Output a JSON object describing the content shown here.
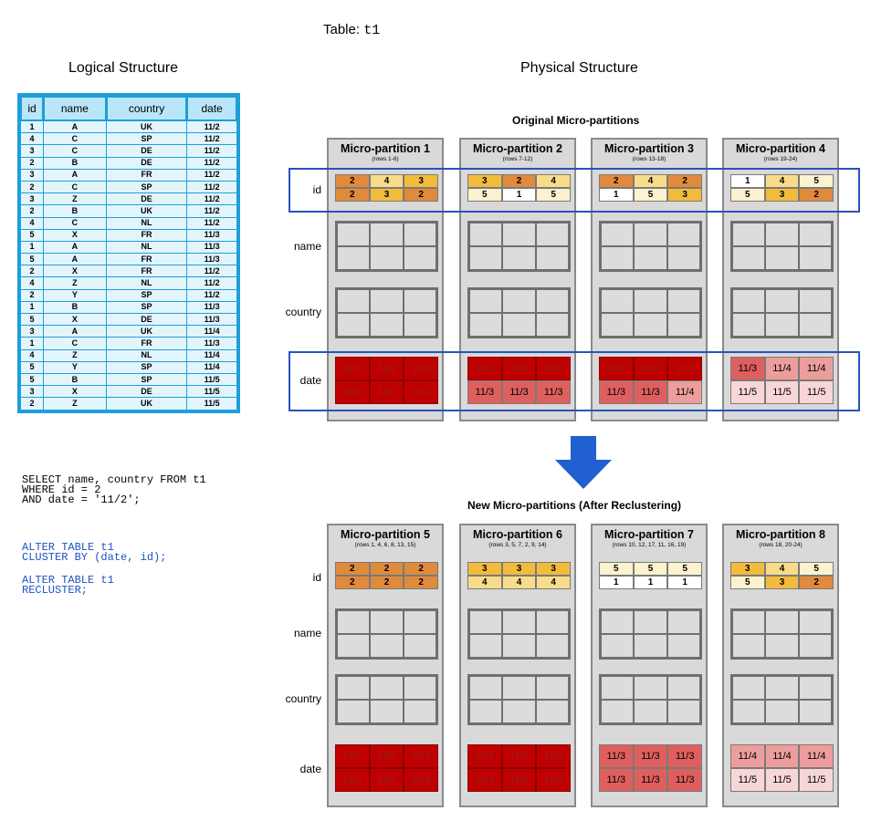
{
  "title": {
    "label": "Table:",
    "name": "t1"
  },
  "logical": {
    "heading": "Logical Structure",
    "columns": [
      "id",
      "name",
      "country",
      "date"
    ],
    "rows": [
      [
        "1",
        "A",
        "UK",
        "11/2"
      ],
      [
        "4",
        "C",
        "SP",
        "11/2"
      ],
      [
        "3",
        "C",
        "DE",
        "11/2"
      ],
      [
        "2",
        "B",
        "DE",
        "11/2"
      ],
      [
        "3",
        "A",
        "FR",
        "11/2"
      ],
      [
        "2",
        "C",
        "SP",
        "11/2"
      ],
      [
        "3",
        "Z",
        "DE",
        "11/2"
      ],
      [
        "2",
        "B",
        "UK",
        "11/2"
      ],
      [
        "4",
        "C",
        "NL",
        "11/2"
      ],
      [
        "5",
        "X",
        "FR",
        "11/3"
      ],
      [
        "1",
        "A",
        "NL",
        "11/3"
      ],
      [
        "5",
        "A",
        "FR",
        "11/3"
      ],
      [
        "2",
        "X",
        "FR",
        "11/2"
      ],
      [
        "4",
        "Z",
        "NL",
        "11/2"
      ],
      [
        "2",
        "Y",
        "SP",
        "11/2"
      ],
      [
        "1",
        "B",
        "SP",
        "11/3"
      ],
      [
        "5",
        "X",
        "DE",
        "11/3"
      ],
      [
        "3",
        "A",
        "UK",
        "11/4"
      ],
      [
        "1",
        "C",
        "FR",
        "11/3"
      ],
      [
        "4",
        "Z",
        "NL",
        "11/4"
      ],
      [
        "5",
        "Y",
        "SP",
        "11/4"
      ],
      [
        "5",
        "B",
        "SP",
        "11/5"
      ],
      [
        "3",
        "X",
        "DE",
        "11/5"
      ],
      [
        "2",
        "Z",
        "UK",
        "11/5"
      ]
    ]
  },
  "code": {
    "query": "SELECT name, country FROM t1\nWHERE id = 2\nAND date = '11/2';",
    "alter_cluster": "ALTER TABLE t1\nCLUSTER BY (date, id);",
    "alter_recluster": "ALTER TABLE t1\nRECLUSTER;"
  },
  "physical": {
    "heading": "Physical Structure",
    "original_heading": "Original Micro-partitions",
    "new_heading": "New Micro-partitions (After Reclustering)",
    "row_labels": {
      "id": "id",
      "name": "name",
      "country": "country",
      "date": "date"
    },
    "original": [
      {
        "title": "Micro-partition 1",
        "rows": "(rows 1-6)",
        "id": [
          "2",
          "4",
          "3",
          "2",
          "3",
          "2"
        ],
        "date": [
          "11/2",
          "11/2",
          "11/2",
          "11/2",
          "11/2",
          "11/2"
        ]
      },
      {
        "title": "Micro-partition 2",
        "rows": "(rows 7-12)",
        "id": [
          "3",
          "2",
          "4",
          "5",
          "1",
          "5"
        ],
        "date": [
          "11/2",
          "11/2",
          "11/2",
          "11/3",
          "11/3",
          "11/3"
        ]
      },
      {
        "title": "Micro-partition 3",
        "rows": "(rows 13-18)",
        "id": [
          "2",
          "4",
          "2",
          "1",
          "5",
          "3"
        ],
        "date": [
          "11/2",
          "11/2",
          "11/2",
          "11/3",
          "11/3",
          "11/4"
        ]
      },
      {
        "title": "Micro-partition 4",
        "rows": "(rows 19-24)",
        "id": [
          "1",
          "4",
          "5",
          "5",
          "3",
          "2"
        ],
        "date": [
          "11/3",
          "11/4",
          "11/4",
          "11/5",
          "11/5",
          "11/5"
        ]
      }
    ],
    "new": [
      {
        "title": "Micro-partition 5",
        "rows": "(rows 1, 4, 6, 8, 13, 15)",
        "id": [
          "2",
          "2",
          "2",
          "2",
          "2",
          "2"
        ],
        "date": [
          "11/2",
          "11/2",
          "11/2",
          "11/2",
          "11/2",
          "11/2"
        ]
      },
      {
        "title": "Micro-partition 6",
        "rows": "(rows 3, 5, 7, 2, 9, 14)",
        "id": [
          "3",
          "3",
          "3",
          "4",
          "4",
          "4"
        ],
        "date": [
          "11/2",
          "11/2",
          "11/2",
          "11/2",
          "11/2",
          "11/2"
        ]
      },
      {
        "title": "Micro-partition 7",
        "rows": "(rows 10, 12, 17, 11, 16, 19)",
        "id": [
          "5",
          "5",
          "5",
          "1",
          "1",
          "1"
        ],
        "date": [
          "11/3",
          "11/3",
          "11/3",
          "11/3",
          "11/3",
          "11/3"
        ]
      },
      {
        "title": "Micro-partition 8",
        "rows": "(rows 18, 20-24)",
        "id": [
          "3",
          "4",
          "5",
          "5",
          "3",
          "2"
        ],
        "date": [
          "11/4",
          "11/4",
          "11/4",
          "11/5",
          "11/5",
          "11/5"
        ]
      }
    ],
    "id_colors": {
      "1": "#ffffff",
      "2": "#e08a3c",
      "3": "#f2bb3c",
      "4": "#f9dc8a",
      "5": "#fdf2cf"
    },
    "date_colors": {
      "11/2": "#c00000",
      "11/3": "#df5f5f",
      "11/4": "#ee9d9d",
      "11/5": "#f8d6d6"
    },
    "highlight_color": "#2a52be",
    "arrow_color": "#2060d0"
  }
}
